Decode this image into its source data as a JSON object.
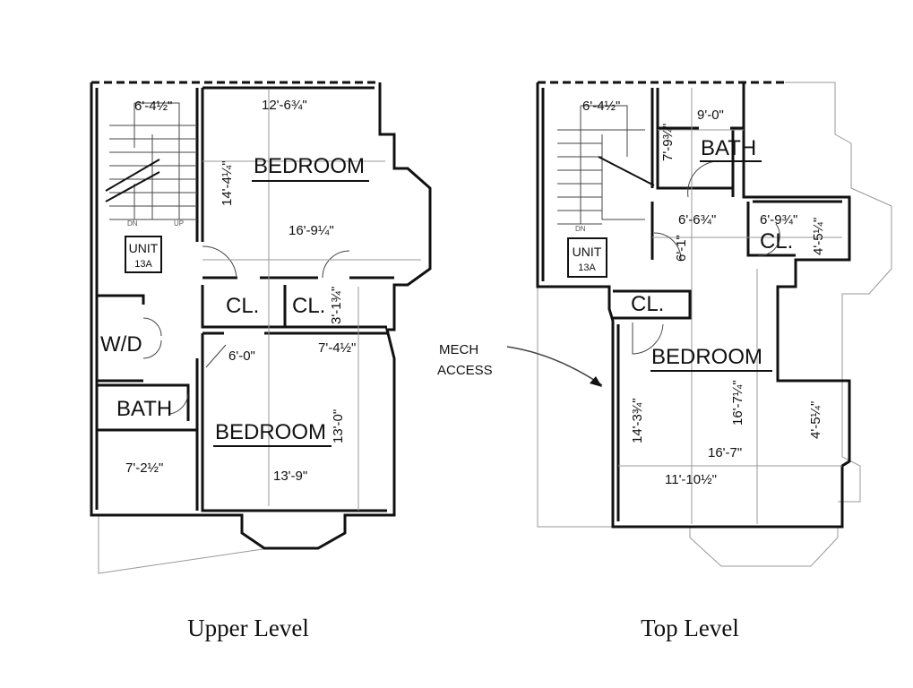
{
  "upper_level": {
    "caption": "Upper Level",
    "rooms": {
      "bedroom_1": "BEDROOM",
      "bedroom_2": "BEDROOM",
      "closet_1": "CL.",
      "closet_2": "CL.",
      "laundry": "W/D",
      "bath": "BATH"
    },
    "unit": {
      "line1": "UNIT",
      "line2": "13A"
    },
    "stair": {
      "down": "DN",
      "up": "UP"
    },
    "dimensions": [
      "6'-4½\"",
      "12'-6¾\"",
      "14'-4¼\"",
      "16'-9¼\"",
      "3'-1¾\"",
      "6'-0\"",
      "7'-4½\"",
      "13'-0\"",
      "7'-2½\"",
      "13'-9\""
    ]
  },
  "top_level": {
    "caption": "Top Level",
    "rooms": {
      "bath": "BATH",
      "closet_1": "CL.",
      "closet_2": "CL.",
      "bedroom": "BEDROOM"
    },
    "unit": {
      "line1": "UNIT",
      "line2": "13A"
    },
    "stair": {
      "down": "DN"
    },
    "annotation": {
      "line1": "MECH",
      "line2": "ACCESS"
    },
    "dimensions": [
      "6'-4½\"",
      "9'-0\"",
      "7'-9¾\"",
      "6'-6¾\"",
      "6'-9¾\"",
      "4'-5¼\"",
      "6'-1\"",
      "14'-3¾\"",
      "16'-7¼\"",
      "4'-5¼\"",
      "16'-7\"",
      "11'-10½\""
    ]
  }
}
